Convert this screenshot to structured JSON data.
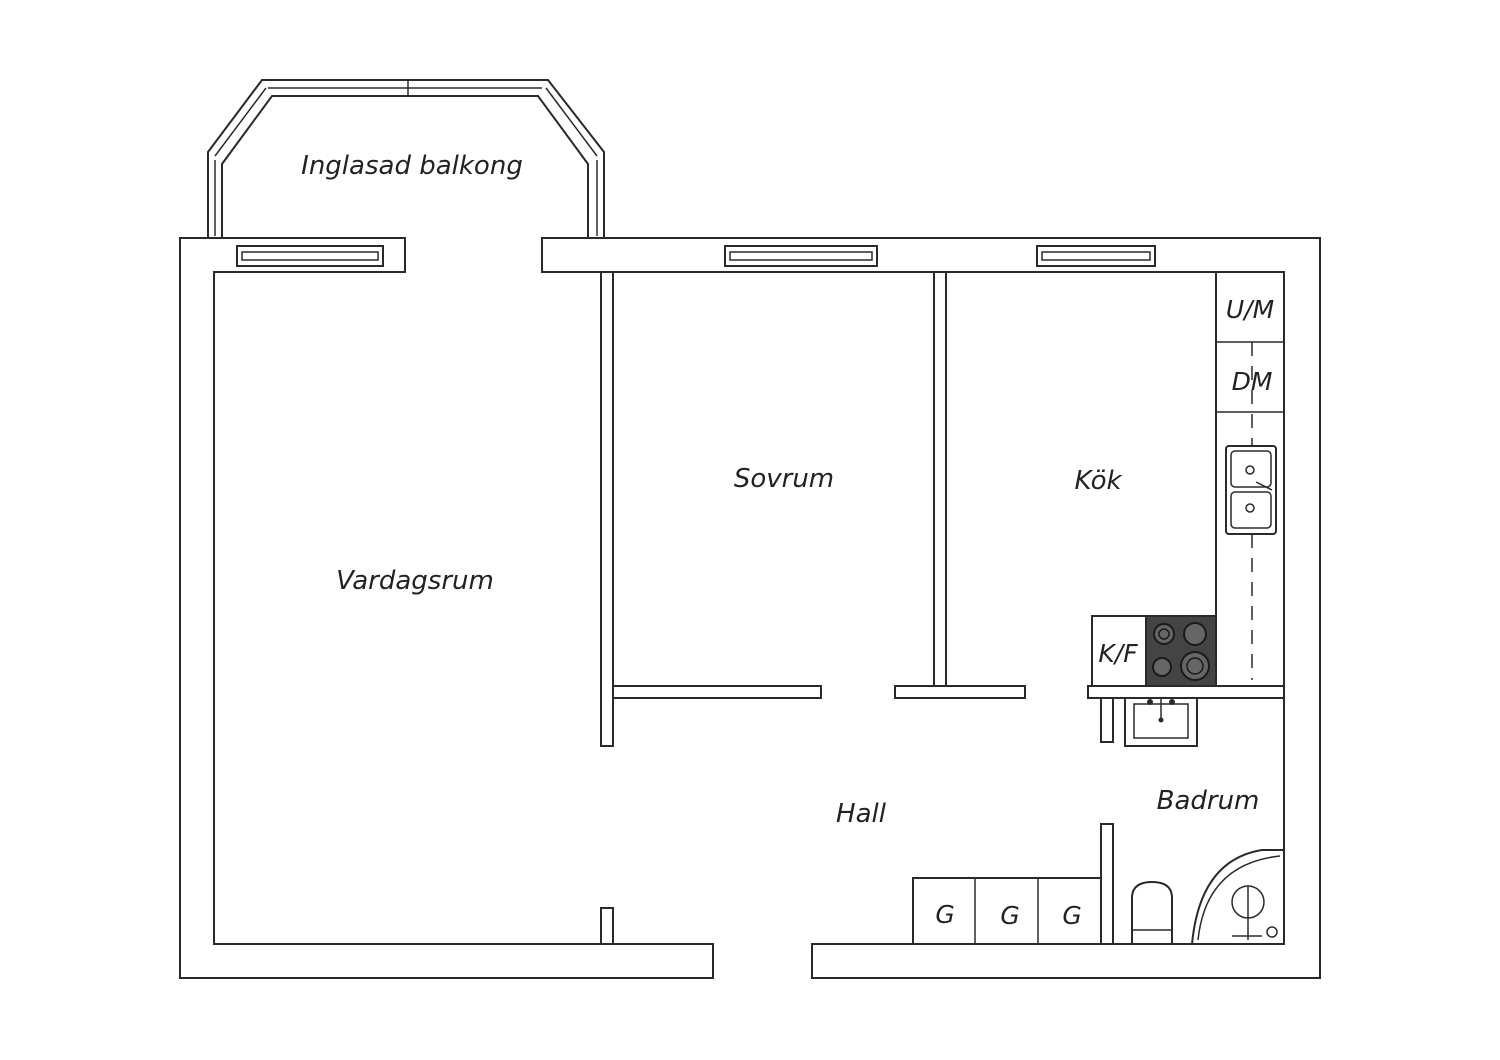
{
  "rooms": {
    "balcony": "Inglasad balkong",
    "living": "Vardagsrum",
    "bedroom": "Sovrum",
    "kitchen": "Kök",
    "hall": "Hall",
    "bathroom": "Badrum"
  },
  "fixtures": {
    "um": "U/M",
    "dm": "DM",
    "kf": "K/F",
    "g1": "G",
    "g2": "G",
    "g3": "G"
  },
  "colors": {
    "wall": "#ffffff",
    "line": "#2a2a2a",
    "stove": "#444444"
  },
  "icons": [
    "sink-icon",
    "stove-icon",
    "toilet-icon",
    "shower-icon",
    "washbasin-icon"
  ]
}
